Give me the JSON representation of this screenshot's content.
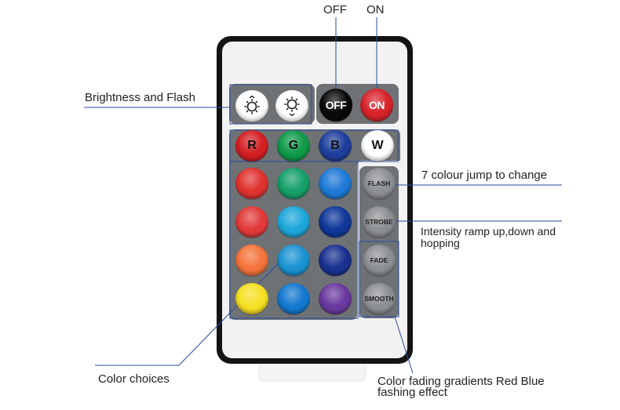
{
  "top_labels": {
    "off": "OFF",
    "on": "ON"
  },
  "annotations": {
    "brightness_flash": "Brightness and Flash",
    "jump": "7 colour jump to change",
    "intensity_line1": "Intensity ramp up,down and",
    "intensity_line2": "hopping",
    "color_choices": "Color choices",
    "fading_line1": "Color fading gradients Red Blue",
    "fading_line2": "fashing effect"
  },
  "buttons": {
    "brightness_up": {
      "icon": "brightness-up-icon"
    },
    "brightness_down": {
      "icon": "brightness-down-icon"
    },
    "off": {
      "label": "OFF",
      "color": "#0a0a0a"
    },
    "on": {
      "label": "ON",
      "color": "#d8232a"
    },
    "r": {
      "label": "R",
      "color": "#d41f23",
      "text_color": "#111111"
    },
    "g": {
      "label": "G",
      "color": "#119a4a",
      "text_color": "#111111"
    },
    "b": {
      "label": "B",
      "color": "#1f3f9c",
      "text_color": "#111111"
    },
    "w": {
      "label": "W",
      "color": "#ffffff",
      "text_color": "#111111"
    },
    "flash": {
      "label": "FLASH"
    },
    "strobe": {
      "label": "STROBE"
    },
    "fade": {
      "label": "FADE"
    },
    "smooth": {
      "label": "SMOOTH"
    }
  },
  "color_grid": [
    [
      "#e0322e",
      "#16a06a",
      "#1f7ad6"
    ],
    [
      "#e23a3a",
      "#1ea7da",
      "#10389a"
    ],
    [
      "#f4743c",
      "#1b93d2",
      "#1a3290"
    ],
    [
      "#f5e023",
      "#1479d0",
      "#6a3aa0"
    ]
  ],
  "colors": {
    "remote_frame": "#141414",
    "remote_face": "#f2f2f2",
    "pad": "#6f7275",
    "leader_line": "#2b4aa0",
    "gray_button": "#8d9093"
  }
}
